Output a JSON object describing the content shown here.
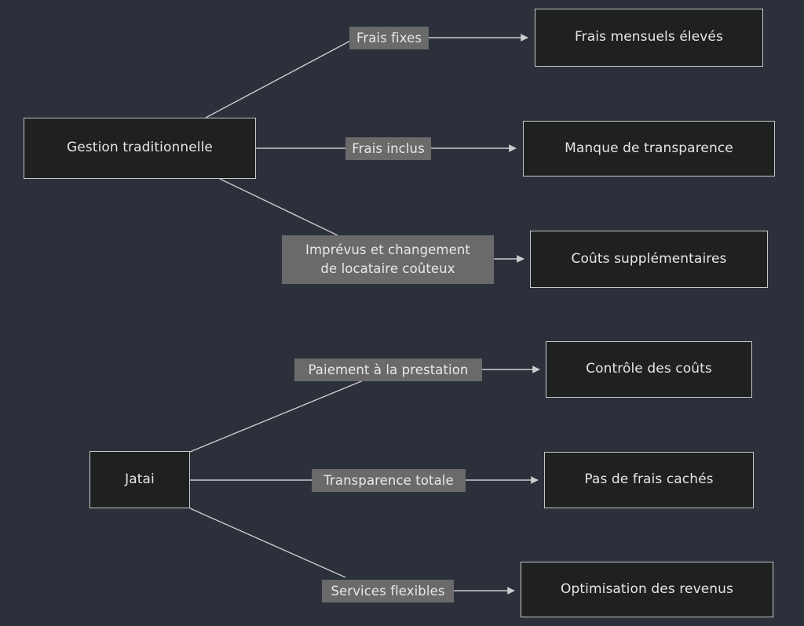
{
  "diagram": {
    "type": "flowchart",
    "direction": "left-to-right",
    "background_color": "#2b303b",
    "node_fill_color": "#1f2020",
    "node_border_color": "#c8c8c8",
    "edge_color": "#cccccc",
    "edge_label_background": "#6a6a6a",
    "text_color": "#e6e6e6",
    "groups": [
      {
        "name": "traditional-management-group",
        "source": {
          "id": "gestion-traditionnelle",
          "label": "Gestion traditionnelle"
        },
        "branches": [
          {
            "edge_label": "Frais fixes",
            "target_label": "Frais mensuels élevés"
          },
          {
            "edge_label": "Frais inclus",
            "target_label": "Manque de transparence"
          },
          {
            "edge_label_line1": "Imprévus et changement",
            "edge_label_line2": "de locataire coûteux",
            "target_label": "Coûts supplémentaires"
          }
        ]
      },
      {
        "name": "jatai-group",
        "source": {
          "id": "jatai",
          "label": "Jatai"
        },
        "branches": [
          {
            "edge_label": "Paiement à la prestation",
            "target_label": "Contrôle des coûts"
          },
          {
            "edge_label": "Transparence totale",
            "target_label": "Pas de frais cachés"
          },
          {
            "edge_label": "Services flexibles",
            "target_label": "Optimisation des revenus"
          }
        ]
      }
    ]
  }
}
